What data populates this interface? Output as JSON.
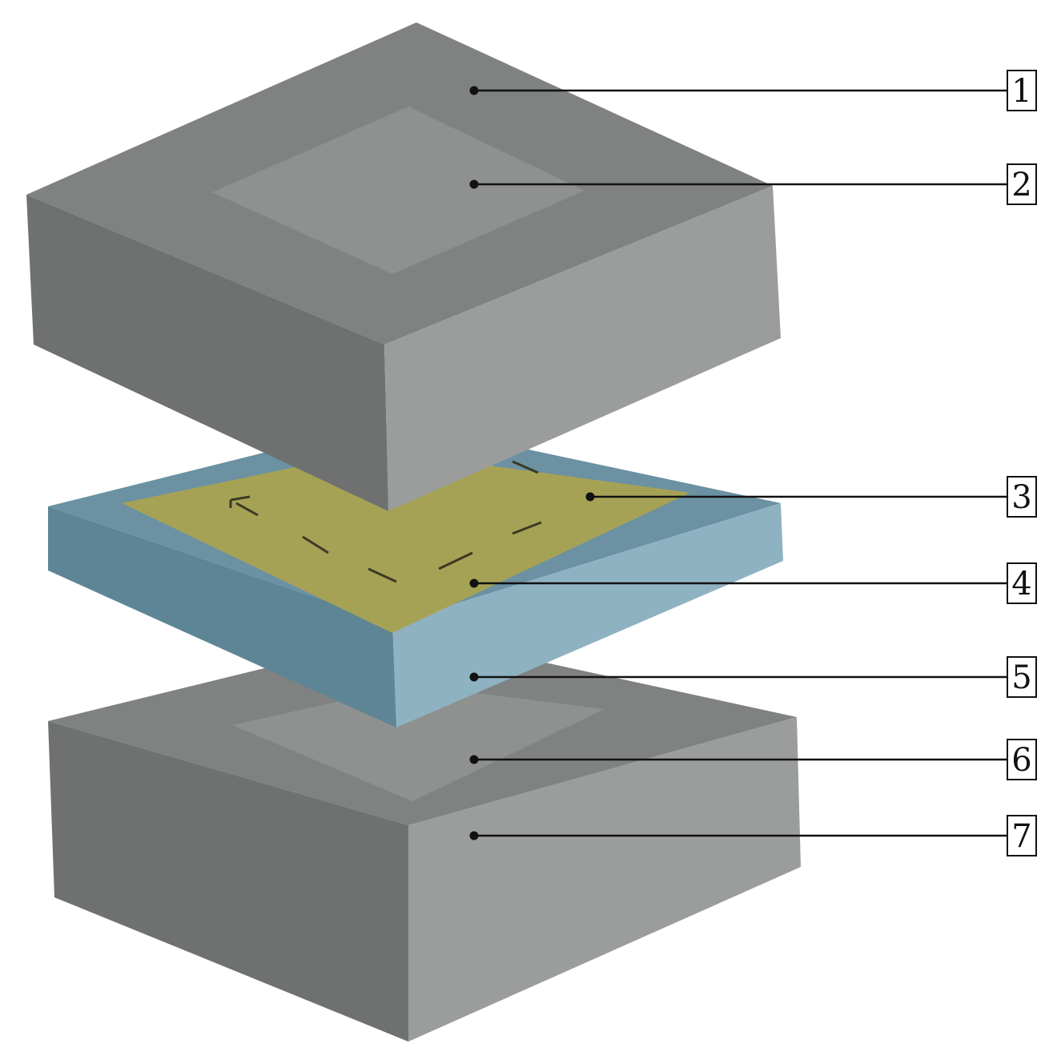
{
  "diagram": {
    "callouts": [
      {
        "label": "1"
      },
      {
        "label": "2"
      },
      {
        "label": "3"
      },
      {
        "label": "4"
      },
      {
        "label": "5"
      },
      {
        "label": "6"
      },
      {
        "label": "7"
      }
    ]
  },
  "colors": {
    "block_top": "#7f8281",
    "block_left": "#6e7170",
    "block_right": "#9a9d9c",
    "insert_top": "#8e918f",
    "plate_top": "#6b91a3",
    "plate_left": "#5e8596",
    "plate_right": "#8fb2c2",
    "sheet": "#a6a255",
    "dash": "#3a3a24",
    "leader": "#111111"
  }
}
